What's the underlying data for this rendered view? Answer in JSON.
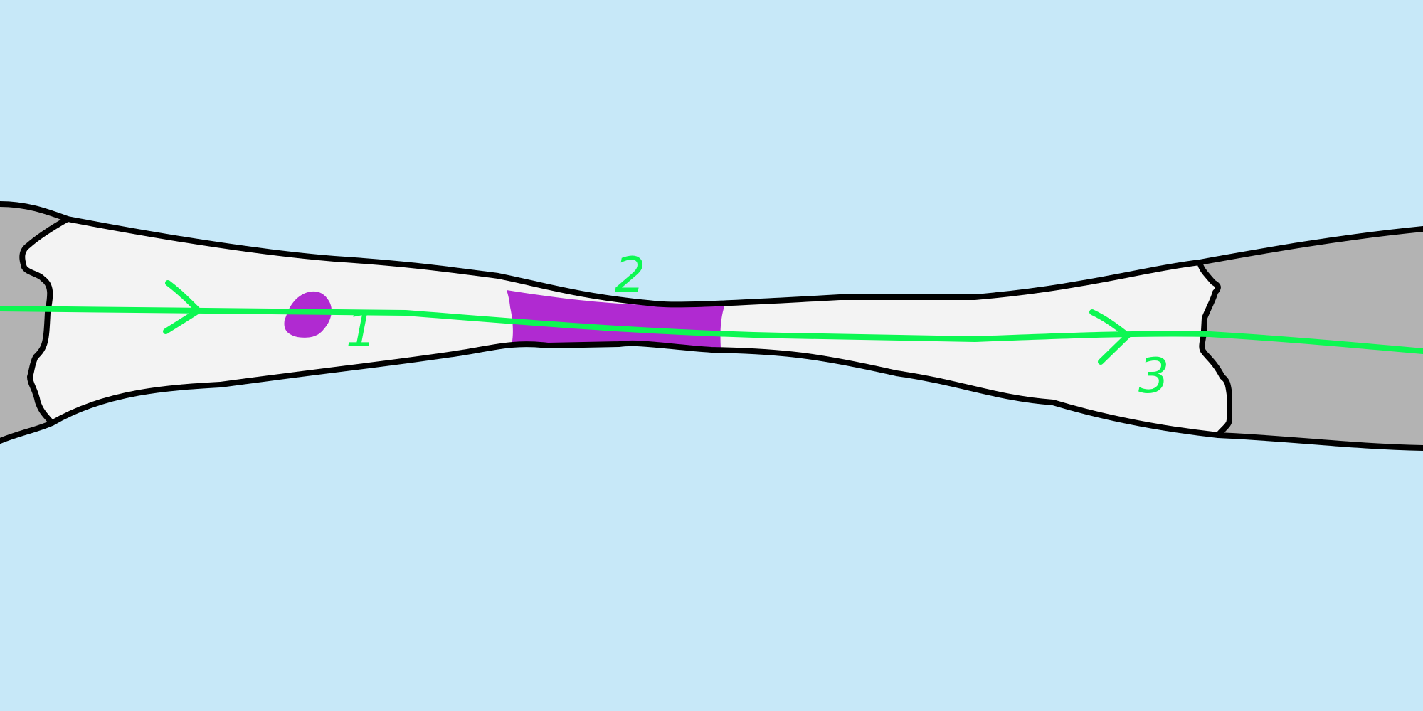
{
  "colors": {
    "background": "#c7e8f8",
    "channel_fill": "#f3f3f3",
    "outline": "#000000",
    "end_caps": "#b3b3b3",
    "particle": "#b02ad1",
    "flow": "#0df752"
  },
  "labels": {
    "one": "1",
    "two": "2",
    "three": "3"
  },
  "icons": {
    "flow_arrow": "chevron-right-icon"
  }
}
